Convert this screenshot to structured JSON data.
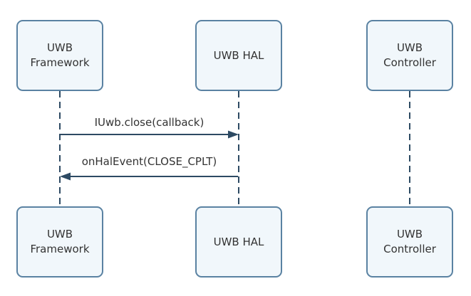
{
  "diagram": {
    "type": "sequence",
    "actors": [
      {
        "id": "uwb-framework",
        "label": "UWB Framework"
      },
      {
        "id": "uwb-hal",
        "label": "UWB HAL"
      },
      {
        "id": "uwb-controller",
        "label": "UWB Controller"
      }
    ],
    "messages": [
      {
        "text": "IUwb.close(callback)",
        "from": "uwb-framework",
        "to": "uwb-hal",
        "direction": "right",
        "line_style": "solid",
        "arrowhead": "filled-triangle"
      },
      {
        "text": "onHalEvent(CLOSE_CPLT)",
        "from": "uwb-hal",
        "to": "uwb-framework",
        "direction": "left",
        "line_style": "solid",
        "arrowhead": "filled-triangle"
      }
    ],
    "colors": {
      "background": "#ffffff",
      "box_fill": "#f1f7fb",
      "box_border": "#5a82a2",
      "line": "#2d4a63",
      "text": "#333333"
    }
  }
}
